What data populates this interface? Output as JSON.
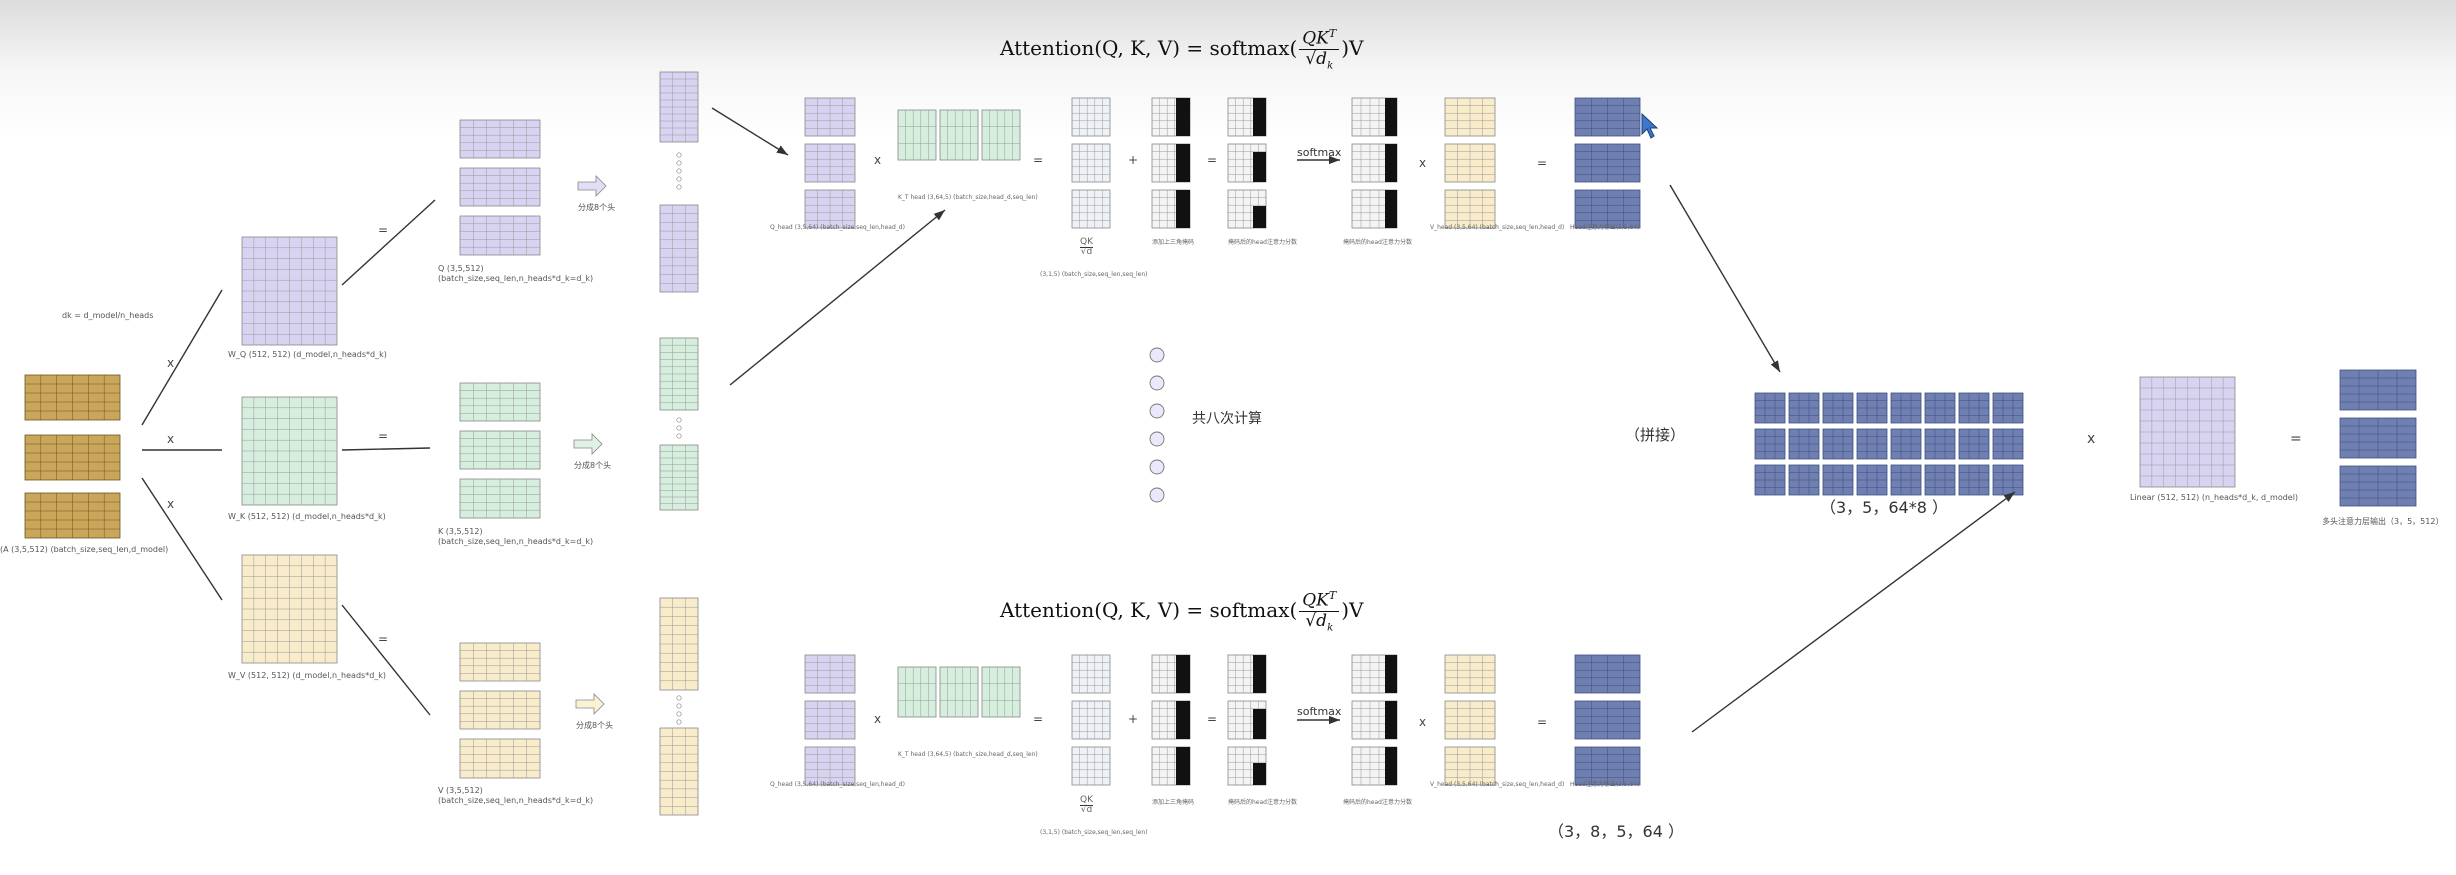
{
  "formula_top": {
    "lhs": "Attention(Q, K, V) = softmax(",
    "num": "QK",
    "sup": "T",
    "den": "√d",
    "sub": "k",
    "tail": ")V"
  },
  "formula_bottom": {
    "lhs": "Attention(Q, K, V) = softmax(",
    "num": "QK",
    "sup": "T",
    "den": "√d",
    "sub": "k",
    "tail": ")V"
  },
  "labels": {
    "dk_note": "dk = d_model/n_heads",
    "input_caption": "(A (3,5,512) (batch_size,seq_len,d_model)",
    "wq_caption": "W_Q (512, 512) (d_model,n_heads*d_k)",
    "wk_caption": "W_K (512, 512) (d_model,n_heads*d_k)",
    "wv_caption": "W_V (512, 512) (d_model,n_heads*d_k)",
    "q_caption_1": "Q (3,5,512)",
    "q_caption_2": "(batch_size,seq_len,n_heads*d_k=d_k)",
    "k_caption_1": "K (3,5,512)",
    "k_caption_2": "(batch_size,seq_len,n_heads*d_k=d_k)",
    "v_caption_1": "V (3,5,512)",
    "v_caption_2": "(batch_size,seq_len,n_heads*d_k=d_k)",
    "split_q": "分成8个头",
    "split_k": "分成8个头",
    "split_v": "分成8个头",
    "x1": "x",
    "x2": "x",
    "x3": "x",
    "eq1": "=",
    "eq2": "=",
    "eq3": "=",
    "eight_calcs": "共八次计算",
    "concat": "（拼接）",
    "concat_shape": "（3，5，64*8 ）",
    "bottom_shape": "（3，8，5，64 ）",
    "linear_caption": "Linear (512, 512) (n_heads*d_k, d_model)",
    "times_final": "x",
    "eq_final": "=",
    "output_caption": "多头注意力层输出（3，5，512）",
    "softmax_top": "softmax",
    "softmax_bottom": "softmax",
    "qkt_num": "QK",
    "qkt_den": "√d",
    "qkt_caption": "(3,1,5) (batch_size,seq_len,seq_len)",
    "mask_caption": "添加上三角掩码",
    "scores_caption": "掩码后的head注意力分数",
    "attn_caption": "掩码后的head注意力分数",
    "q_head_caption": "Q_head (3,5,64) (batch_size,seq_len,head_d)",
    "k_head_caption": "K_T head (3,64,5) (batch_size,head_d,seq_len)",
    "v_head_caption": "V_head (3,5,64) (batch_size,seq_len,head_d)",
    "head_out_caption": "Head注意力输出(3,5,64)",
    "plus_top": "+",
    "plus_bottom": "+",
    "eq_s1": "=",
    "eq_s2": "=",
    "eq_s3": "=",
    "eq_s4": "=",
    "eq_s5": "=",
    "eq_s6": "=",
    "x_s1": "x",
    "x_s2": "x",
    "x_s3": "x",
    "x_s4": "x"
  },
  "colors": {
    "input": "#c9a65a",
    "query": "#d9d3f2",
    "key": "#d6eedd",
    "value": "#f8eccb",
    "head_out": "#6f7fb0",
    "grid": "#7a7a7a"
  }
}
